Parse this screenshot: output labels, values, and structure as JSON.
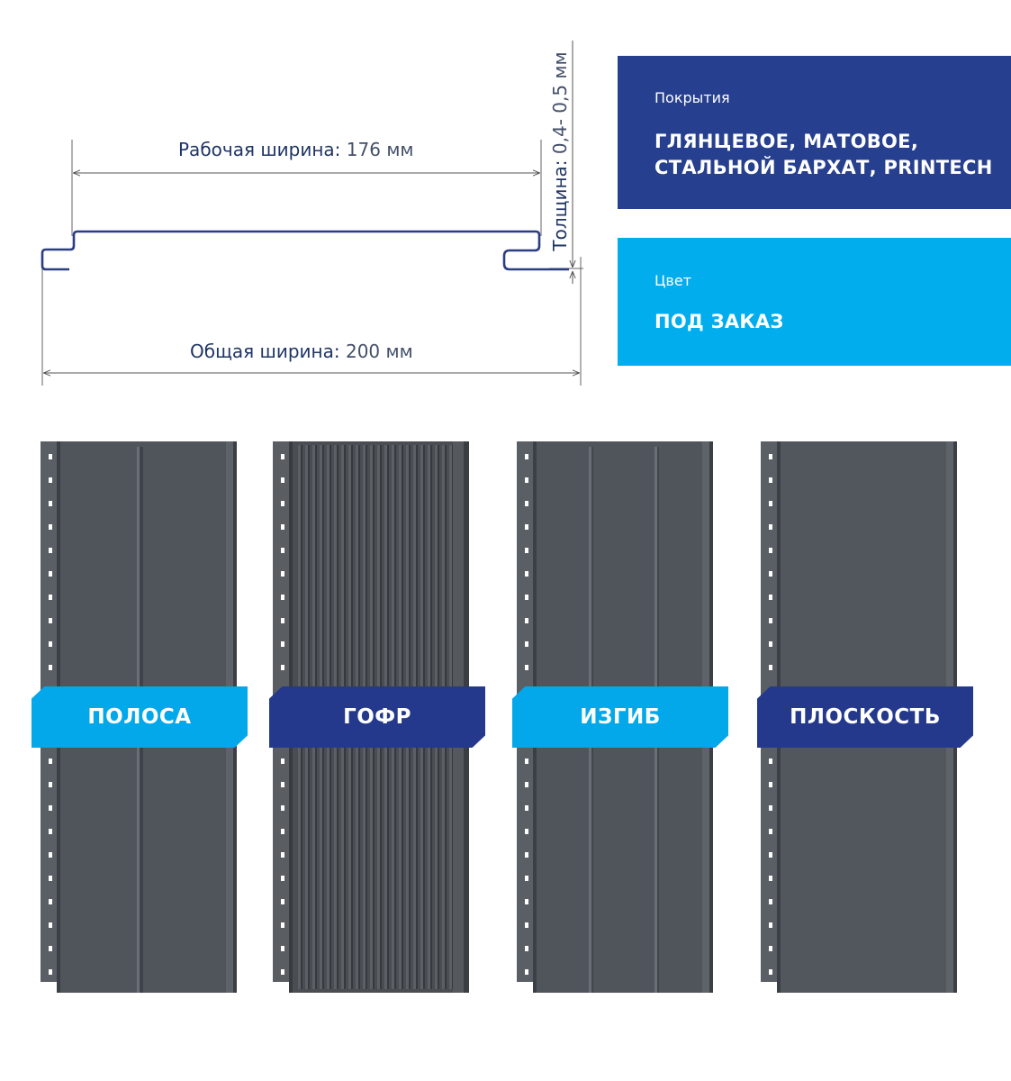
{
  "diagram": {
    "working_width": {
      "label": "Рабочая ширина:",
      "value": "176 мм"
    },
    "total_width": {
      "label": "Общая ширина:",
      "value": "200 мм"
    },
    "thickness": {
      "label": "Толщина:",
      "value": "0,4- 0,5 мм"
    }
  },
  "coatings": {
    "label": "Покрытия",
    "line1": "ГЛЯНЦЕВОЕ, МАТОВОЕ,",
    "line2": "СТАЛЬНОЙ БАРХАТ, PRINTECH"
  },
  "color_box": {
    "label": "Цвет",
    "value": "ПОД ЗАКАЗ"
  },
  "panels": [
    {
      "name": "ПОЛОСА",
      "variant": "strip"
    },
    {
      "name": "ГОФР",
      "variant": "corrugated"
    },
    {
      "name": "ИЗГИБ",
      "variant": "bend"
    },
    {
      "name": "ПЛОСКОСТЬ",
      "variant": "flat"
    }
  ],
  "colors": {
    "dark_blue": "#263f8e",
    "light_blue": "#02adee",
    "panel_gray": "#50555c",
    "profile_line": "#2a3d85"
  }
}
